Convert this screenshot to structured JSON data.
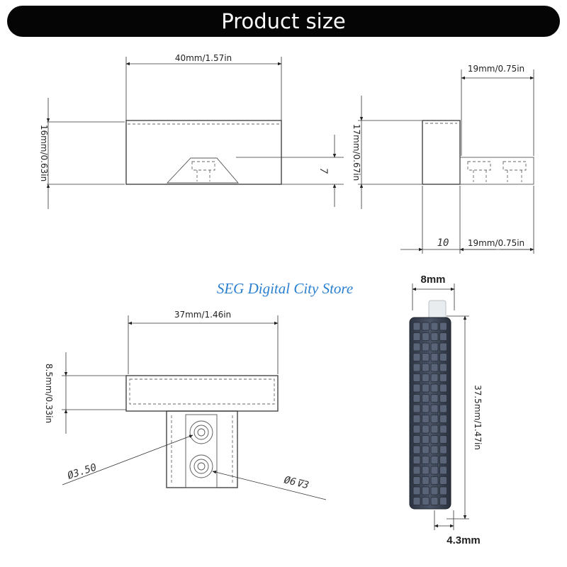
{
  "header": {
    "title": "Product size"
  },
  "watermark": {
    "store_name": "SEG Digital City Store",
    "color": "#2a7fd0"
  },
  "front_view": {
    "width_label": "40mm/1.57in",
    "height_label": "16mm/0.63in",
    "notch_label": "7"
  },
  "side_view": {
    "top_width_label": "19mm/0.75in",
    "height_label": "17mm/0.67in",
    "bottom_left_label": "10",
    "bottom_width_label": "19mm/0.75in"
  },
  "bottom_view": {
    "width_label": "37mm/1.46in",
    "height_label": "8.5mm/0.33in",
    "hole_label": "Ø3.50",
    "counterbore_label": "Ø6⊽3"
  },
  "photo": {
    "top_label": "8mm",
    "height_label": "37.5mm/1.47in",
    "bottom_label": "4.3mm",
    "body_color": "#3d4656",
    "cap_color": "#e8ecef"
  }
}
